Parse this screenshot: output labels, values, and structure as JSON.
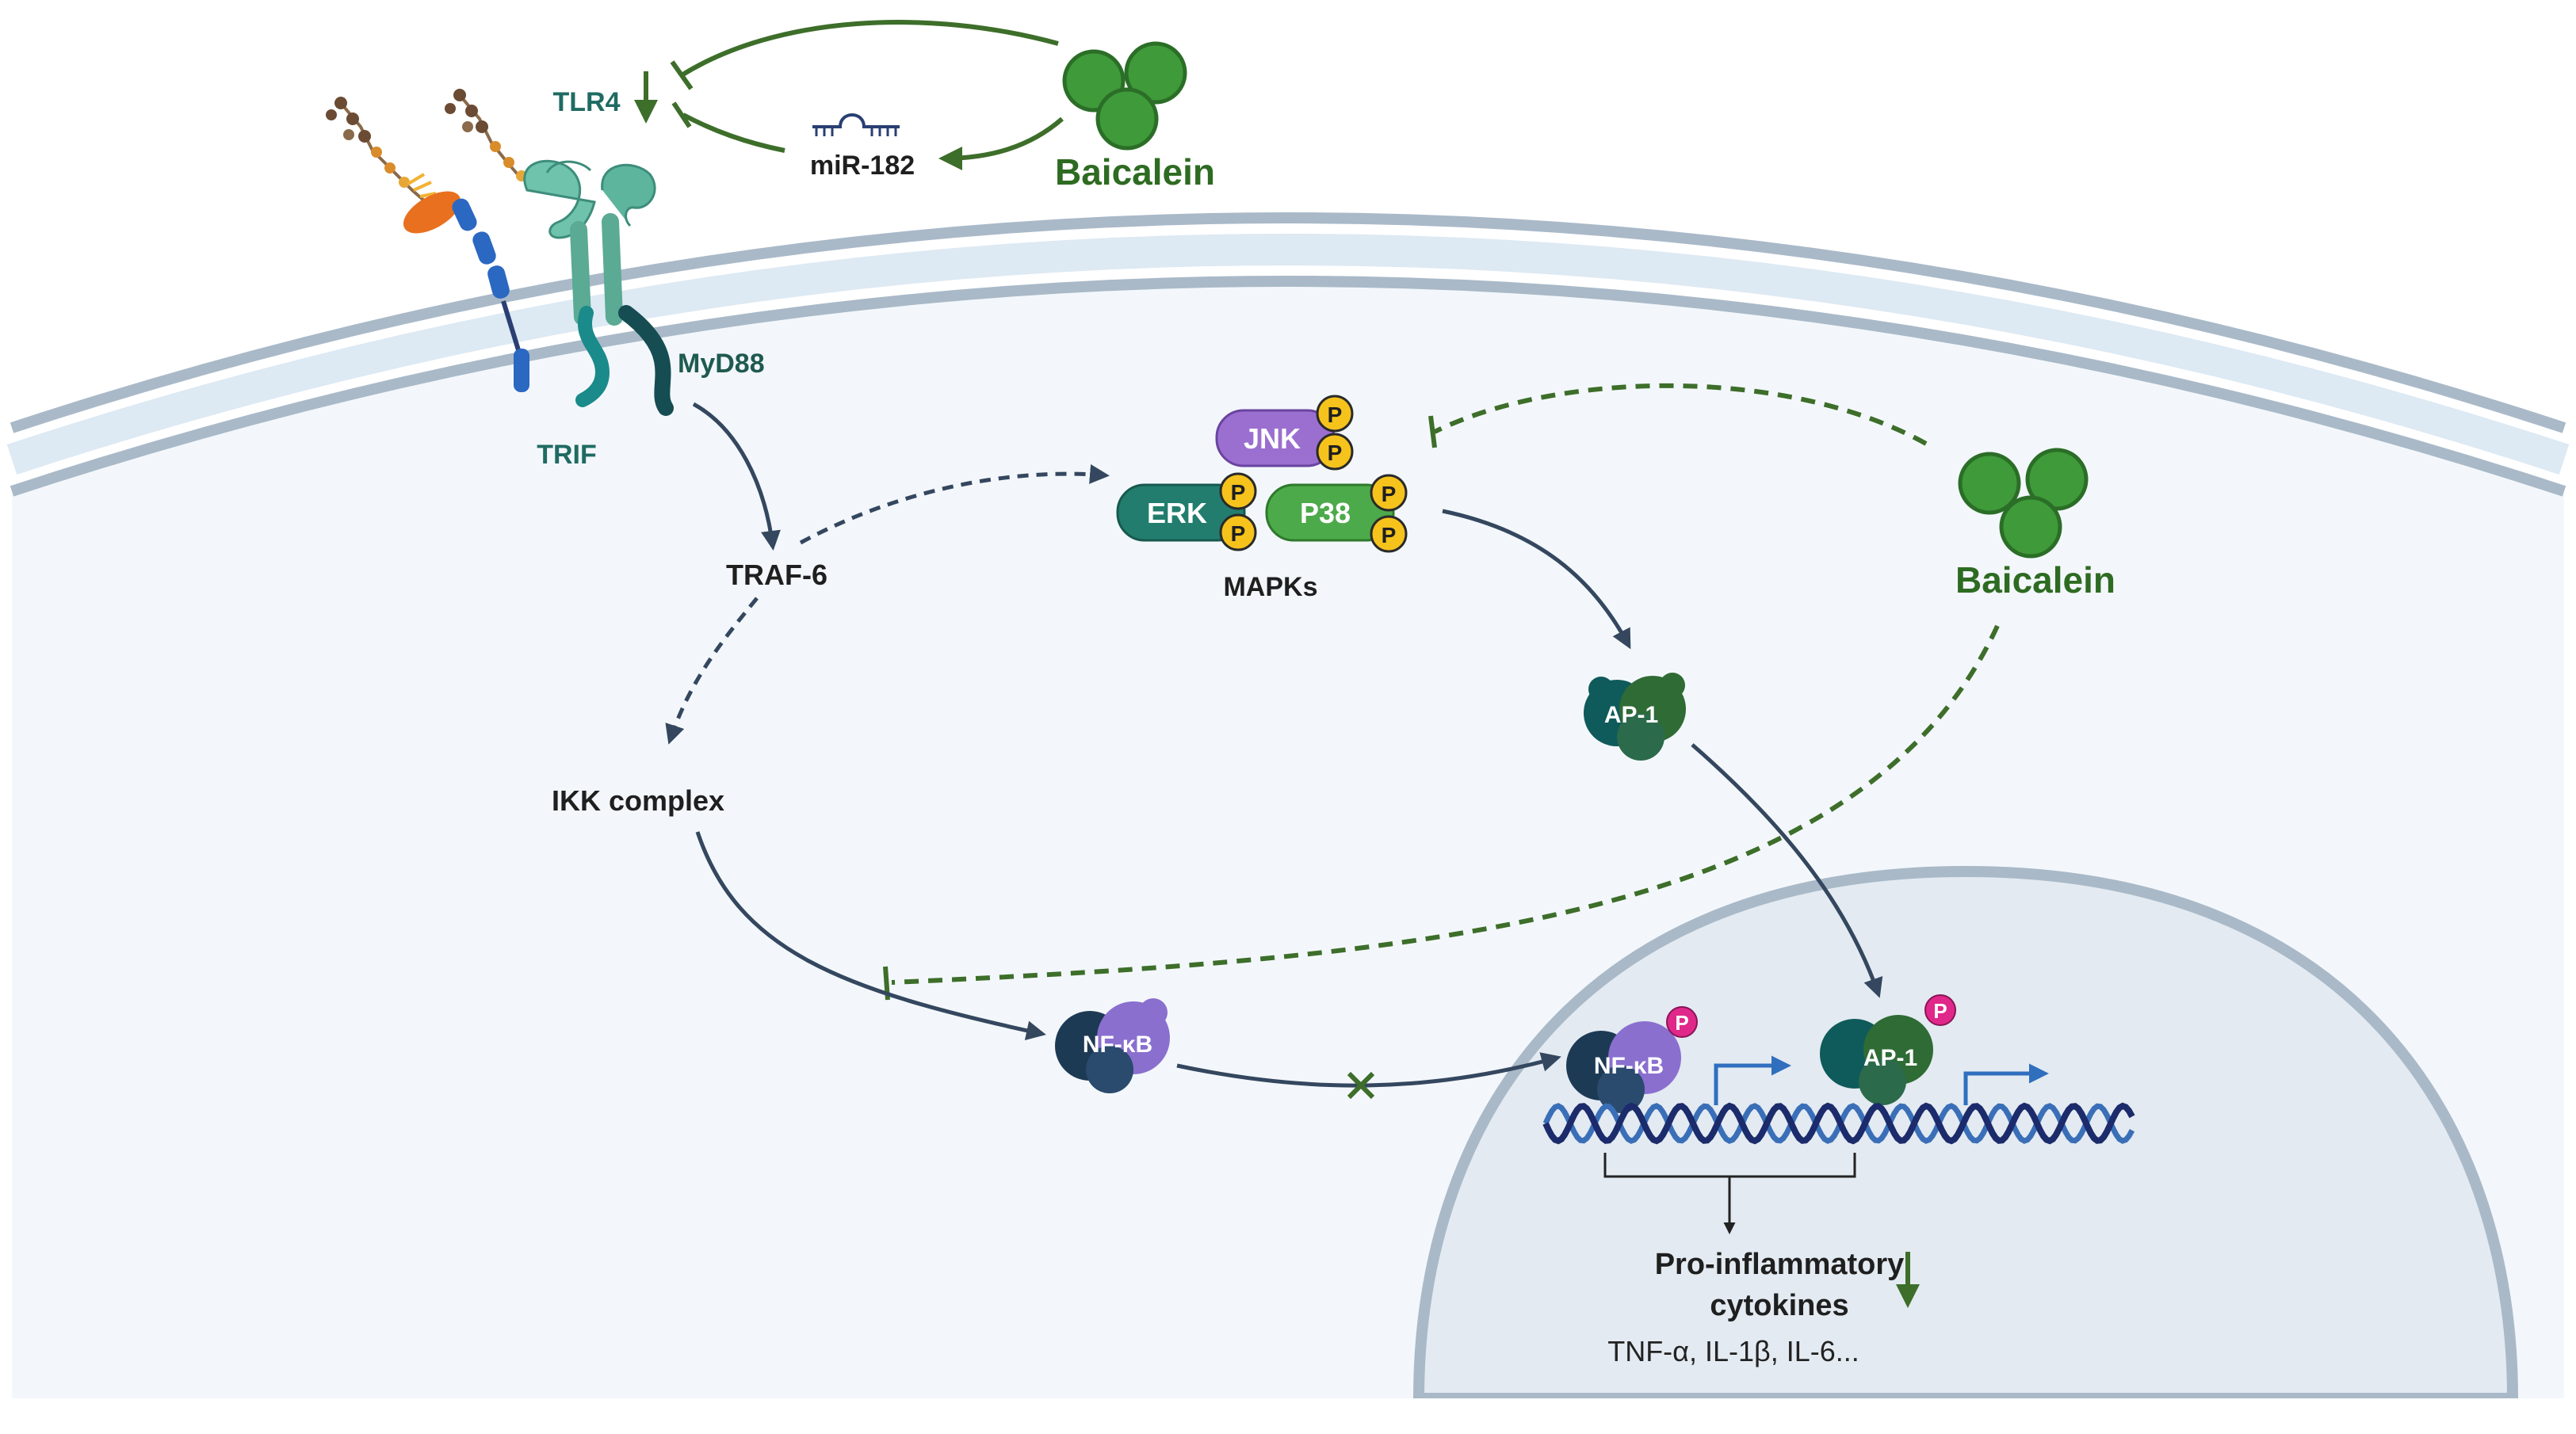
{
  "labels": {
    "tlr4": "TLR4",
    "mir182": "miR-182",
    "baicalein_top": "Baicalein",
    "myd88": "MyD88",
    "trif": "TRIF",
    "jnk": "JNK",
    "erk": "ERK",
    "p38": "P38",
    "phospho": "P",
    "mapks": "MAPKs",
    "baicalein_right": "Baicalein",
    "traf6": "TRAF-6",
    "ap1_cyto": "AP-1",
    "ikk": "IKK complex",
    "nfkb_cyto": "NF-κB",
    "nfkb_nuc": "NF-κB",
    "ap1_nuc": "AP-1",
    "cytokines_line1": "Pro-inflammatory",
    "cytokines_line2": "cytokines",
    "cytokines_list": "TNF-α, IL-1β,  IL-6..."
  },
  "colors": {
    "baicalein_green": "#3f9a3a",
    "inhibition_green": "#3d6e2a",
    "arrow_navy": "#34475f",
    "jnk_purple": "#9b6fd0",
    "erk_teal": "#227d6e",
    "p38_green": "#4daa4a",
    "phospho_yellow": "#f6c31c",
    "phospho_pink": "#e0288a",
    "membrane": "#a9b9c8",
    "cytoplasm": "#f3f7fb",
    "nucleus": "#e3eaf1",
    "dna_dark": "#1b2b6b",
    "dna_light": "#3a6fb8"
  },
  "icons": [
    "tlr4-receptor-icon",
    "md2-protein-icon",
    "lps-icon",
    "baicalein-molecule-icon",
    "mirna-hairpin-icon",
    "protein-complex-icon",
    "dna-helix-icon",
    "transcription-start-arrow-icon",
    "block-cross-icon"
  ]
}
